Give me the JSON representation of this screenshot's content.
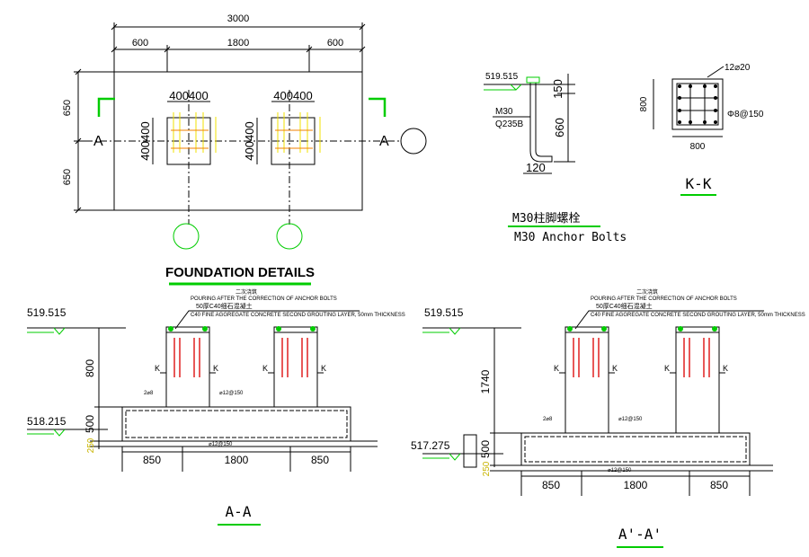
{
  "colors": {
    "line": "#000000",
    "accent": "#00cc00",
    "rebar": "#e02020",
    "yellow": "#f0e000",
    "orange": "#f08000"
  },
  "plan": {
    "overall_width": "3000",
    "segments": [
      "600",
      "1800",
      "600"
    ],
    "side_dims": [
      "650",
      "650"
    ],
    "pedestal_dims": [
      "400400",
      "400400"
    ],
    "pedestal_side": [
      "400400",
      "400400"
    ],
    "section_marks": [
      "A",
      "A"
    ],
    "title": "FOUNDATION DETAILS"
  },
  "bolt": {
    "elevation": "519.515",
    "dims": [
      "150",
      "660",
      "120"
    ],
    "labels": [
      "M30",
      "Q235B"
    ],
    "caption_cn": "M30柱脚螺栓",
    "caption_en": "M30 Anchor Bolts"
  },
  "kk": {
    "top_note": "12⌀20",
    "side_dim": "800",
    "stirrup": "Φ8@150",
    "bottom_dim": "800",
    "title": "K-K"
  },
  "sectionA": {
    "elev_top": "519.515",
    "elev_bottom": "518.215",
    "dims_vertical": [
      "800",
      "500",
      "250"
    ],
    "note_cn": "二次浇筑",
    "note1": "POURING AFTER THE CORRECTION OF ANCHOR BOLTS",
    "note_cn2": "50厚C40细石混凝土",
    "note2": "C40 FINE AGGREGATE CONCRETE SECOND GROUTING LAYER, 50mm THICKNESS",
    "k_marks": [
      "K",
      "K",
      "K",
      "K"
    ],
    "rebar_labels": [
      "2⌀8",
      "⌀12@150",
      "⌀12@150"
    ],
    "bottom_dims": [
      "850",
      "1800",
      "850"
    ],
    "title": "A-A"
  },
  "sectionA2": {
    "elev_top": "519.515",
    "elev_bottom": "517.275",
    "dims_vertical": [
      "1740",
      "500",
      "250"
    ],
    "note_cn": "二次浇筑",
    "note1": "POURING AFTER THE CORRECTION OF ANCHOR BOLTS",
    "note_cn2": "50厚C40细石混凝土",
    "note2": "C40 FINE AGGREGATE CONCRETE SECOND GROUTING LAYER, 50mm THICKNESS",
    "k_marks": [
      "K",
      "K",
      "K",
      "K"
    ],
    "rebar_labels": [
      "2⌀8",
      "⌀12@150",
      "⌀12@150"
    ],
    "bottom_dims": [
      "850",
      "1800",
      "850"
    ],
    "title": "A'-A'"
  }
}
